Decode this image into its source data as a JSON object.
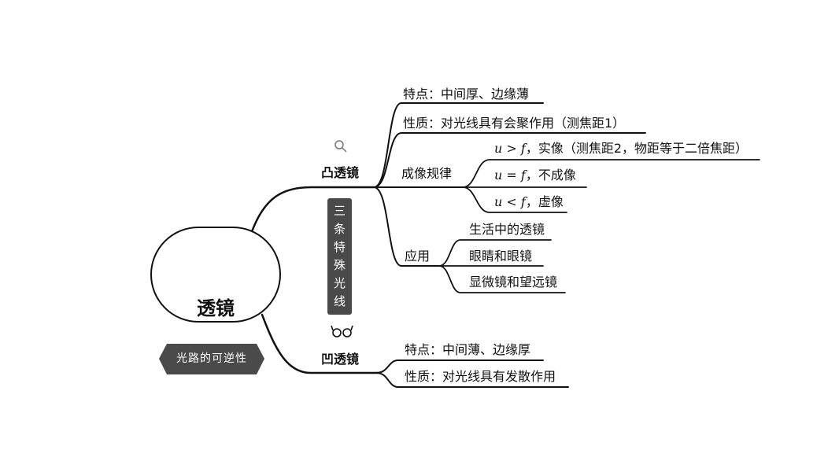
{
  "root": {
    "title": "透镜",
    "icon": "microscope-icon"
  },
  "side_tag": "光路的可逆性",
  "center_tag": [
    "三",
    "条",
    "特",
    "殊",
    "光",
    "线"
  ],
  "convex": {
    "label": "凸透镜",
    "icon": "magnifier-icon",
    "feature": "特点：中间厚、边缘薄",
    "property": "性质：对光线具有会聚作用（测焦距1）",
    "imaging": {
      "label": "成像规律",
      "items": [
        {
          "var": "u",
          "op": " > ",
          "f": "f",
          "text": "，实像（测焦距2，物距等于二倍焦距）"
        },
        {
          "var": "u",
          "op": " = ",
          "f": "f",
          "text": "，不成像"
        },
        {
          "var": "u",
          "op": " < ",
          "f": "f",
          "text": "，虚像"
        }
      ]
    },
    "application": {
      "label": "应用",
      "items": [
        "生活中的透镜",
        "眼睛和眼镜",
        "显微镜和望远镜"
      ]
    }
  },
  "concave": {
    "label": "凹透镜",
    "icon": "glasses-icon",
    "feature": "特点：中间薄、边缘厚",
    "property": "性质：对光线具有发散作用"
  }
}
